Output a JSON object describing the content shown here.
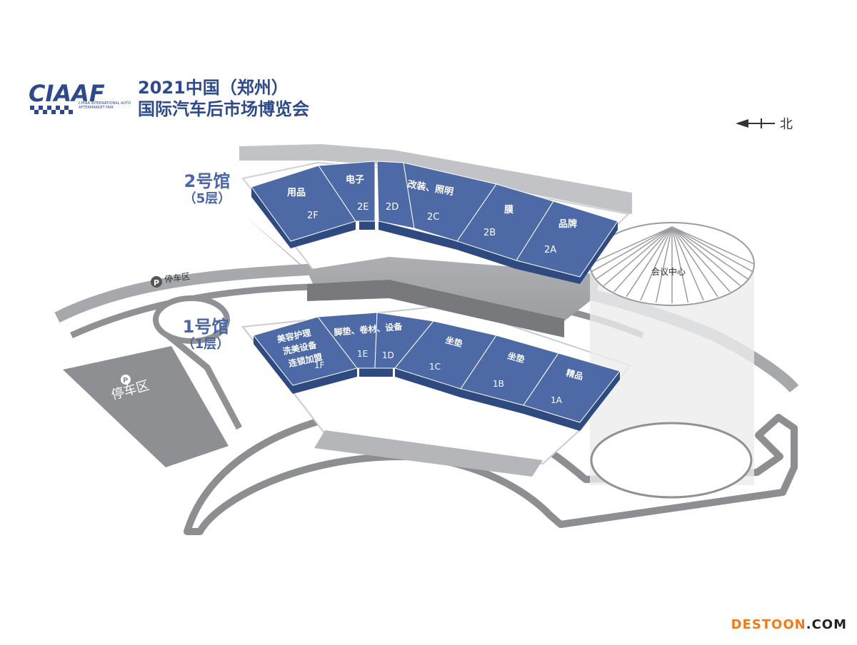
{
  "header": {
    "logo_text": "CIAAF",
    "logo_sub": "CHINA INTERNATIONAL AUTO AFTERMARKET FAIR",
    "title_line1": "2021中国（郑州）",
    "title_line2": "国际汽车后市场博览会"
  },
  "compass": {
    "label": "北"
  },
  "halls": {
    "hall2": {
      "name": "2号馆",
      "floor": "（5层）"
    },
    "hall1": {
      "name": "1号馆",
      "floor": "（1层）"
    }
  },
  "booths_hall2": [
    {
      "id": "2F",
      "category": "用品"
    },
    {
      "id": "2E",
      "category": "电子"
    },
    {
      "id": "2D",
      "category": "改装、照明"
    },
    {
      "id": "2C",
      "category": ""
    },
    {
      "id": "2B",
      "category": "膜"
    },
    {
      "id": "2A",
      "category": "品牌"
    }
  ],
  "booths_hall1": [
    {
      "id": "1F",
      "category": "美容护理 洗美设备 连锁加盟"
    },
    {
      "id": "1E",
      "category": "脚垫、卷材、设备"
    },
    {
      "id": "1D",
      "category": ""
    },
    {
      "id": "1C",
      "category": "坐垫"
    },
    {
      "id": "1B",
      "category": "坐垫"
    },
    {
      "id": "1A",
      "category": "精品"
    }
  ],
  "places": {
    "parking_top": "停车区",
    "parking_left": "停车区",
    "parking_icon": "P",
    "conference": "会议中心"
  },
  "watermark": {
    "part1": "DESTOON",
    "part2": ".COM"
  },
  "colors": {
    "booth": "#4d6aa6",
    "booth_side": "#2f4a80",
    "road": "#8a8c90",
    "accent": "#2e4a8a"
  }
}
